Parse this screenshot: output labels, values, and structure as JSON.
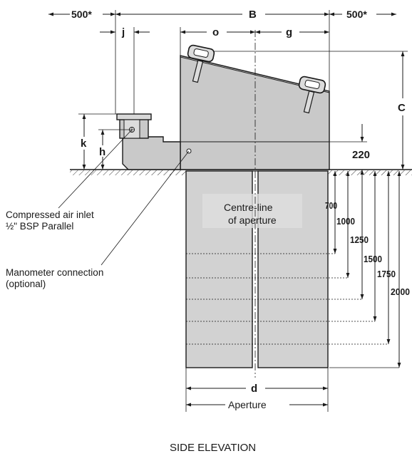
{
  "dimensions": {
    "left_clearance": "500*",
    "right_clearance": "500*",
    "B": "B",
    "j": "j",
    "o": "o",
    "g": "g",
    "C": "C",
    "k": "k",
    "h": "h",
    "d": "d",
    "aperture": "Aperture",
    "depth_220": "220",
    "depths": [
      "700",
      "1000",
      "1250",
      "1500",
      "1750",
      "2000"
    ]
  },
  "labels": {
    "centre_line": [
      "Centre-line",
      "of aperture"
    ],
    "compressed_air": [
      "Compressed air inlet",
      "½\" BSP Parallel"
    ],
    "manometer": [
      "Manometer connection",
      "(optional)"
    ],
    "view_title": "SIDE ELEVATION"
  },
  "colors": {
    "body_fill": "#c9c9c9",
    "pit_fill": "#d2d2d2",
    "line": "#1a1a1a"
  }
}
